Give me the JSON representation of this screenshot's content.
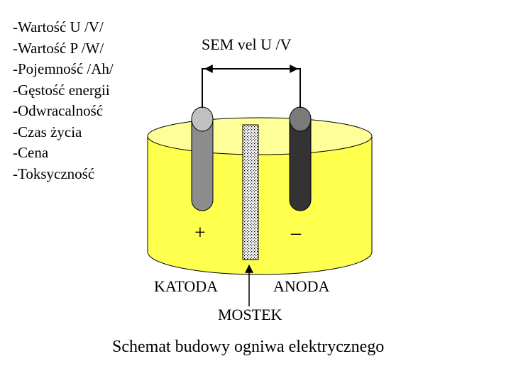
{
  "parameters": [
    "-Wartość U /V/",
    "-Wartość P /W/",
    "-Pojemność /Ah/",
    "-Gęstość energii",
    "-Odwracalność",
    "-Czas życia",
    "-Cena",
    "-Toksyczność"
  ],
  "diagram": {
    "sem_label": "SEM vel U /V",
    "plus_sign": "+",
    "minus_sign": "–",
    "cathode_label": "KATODA",
    "anode_label": "ANODA",
    "bridge_label": "MOSTEK",
    "caption": "Schemat budowy ogniwa elektrycznego"
  },
  "colors": {
    "electrolyte": "#ffff4d",
    "electrolyte_top": "#ffff99",
    "cathode": "#8c8c8c",
    "cathode_top": "#c0c0c0",
    "anode": "#333333",
    "anode_top": "#7a7a7a"
  }
}
